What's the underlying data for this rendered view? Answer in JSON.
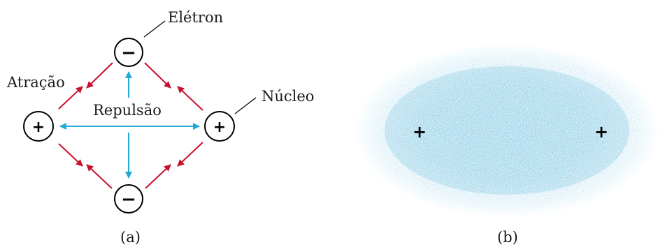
{
  "panel_a": {
    "label_electron": "Elétron",
    "label_attraction": "Atração",
    "label_repulsion": "Repulsão",
    "label_nucleus": "Núcleo",
    "nucleus_sign": "+",
    "electron_sign": "−",
    "caption": "(a)"
  },
  "panel_b": {
    "nucleus_sign": "+",
    "caption": "(b)"
  },
  "colors": {
    "attraction_arrow": "#c8102e",
    "repulsion_arrow": "#22a9d6",
    "electron_cloud": "#35a6d4",
    "outline": "#000000"
  }
}
